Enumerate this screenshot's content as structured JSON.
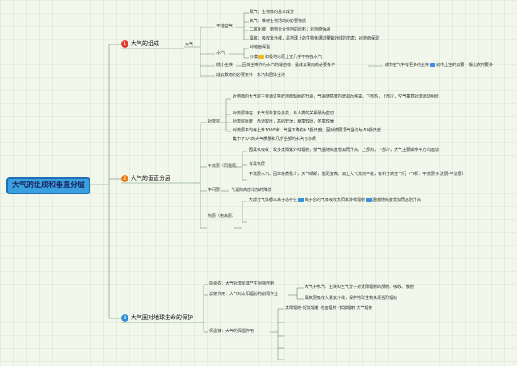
{
  "root": "大气的组成和垂直分层",
  "sec1": {
    "badge": "1",
    "label": "大气的组成",
    "atmosphere": "大气",
    "dry_air": "干洁空气",
    "dry_items": [
      "氮气：生物体的基本成分",
      "氧气：维持生物活动的必要物质",
      "二氧化碳：植物光合作用的原料；对地面保温",
      "臭氧：吸收紫外线，是地球上的生物免遭过量紫外线的伤害；对地面保湿"
    ],
    "water": "水汽",
    "water_items": [
      "对地面保温",
      "沙漠",
      "和极地冰原上空几乎不存在水汽"
    ],
    "dust": "微小尘埃",
    "dust_desc": "固体尘埃作为水汽的凝结核，是成云致雨的必要条件",
    "dust_note_a": "城市空气中有更多的尘埃",
    "dust_note_b": "城市上空的云要一般比农村要多",
    "cloud": "成云致雨的必要条件：水汽和固体尘埃"
  },
  "sec2": {
    "badge": "2",
    "label": "大气的垂直分层",
    "tropo": "对流层",
    "tropo_items": [
      "近地面的大气层主要通过吸收地面辐射的升温，气温随高度的增加而递减。下部热，上部冷，空气垂直对流运动明显",
      "对流层特征：天气现象复杂多变，与人类的关系最为密切",
      "对流层厚度：赤道较厚，高纬较薄；夏季较厚，冬季较薄",
      "对流层平均每上升1000米，气温下降约6.5摄氏度，至对流层顶气温约为-50摄氏度",
      "集中了3/4的大气质量和几乎全部的水汽与杂质"
    ],
    "strato": "平流层（同温层）",
    "strato_items": [
      "因臭氧吸收了较多太阳紫外线辐射，使气温随高度增加而升高。上部热，下部冷，大气主要做水平方向运动",
      "有臭氧层",
      "平流层水汽、固体杂质极少，天气晴朗，能见度高。加上大气流动平稳，有利于高空飞行（飞机：平流层-对流层-平流层）"
    ],
    "meso": "中间层",
    "meso_desc": "气温随高度增加的降低",
    "thermo": "热层（电离层）",
    "thermo_a": "大部分气体都以离子态存在",
    "thermo_b": "离子态的气体吸收太阳紫外线辐射",
    "thermo_c": "温度随高度增加而急剧升高"
  },
  "sec3": {
    "badge": "3",
    "label": "大气圈对地球生命的保护",
    "protect": "防弹衣：大气对流星体产生阻挡作用",
    "filter": "滤镜作用：大气对太阳辐射的削弱作业",
    "filter_items": [
      "大气中水汽、尘埃和空气分子对太阳辐射的反射、吸收、散射",
      "臭氧层吸收大量紫外线，保护地球生物免遭强烈辐射"
    ],
    "insulate": "保温被：大气的保温作用",
    "insulate_item": "太阳辐射-短波辐射 地面辐射 -长波辐射 大气辐射"
  }
}
